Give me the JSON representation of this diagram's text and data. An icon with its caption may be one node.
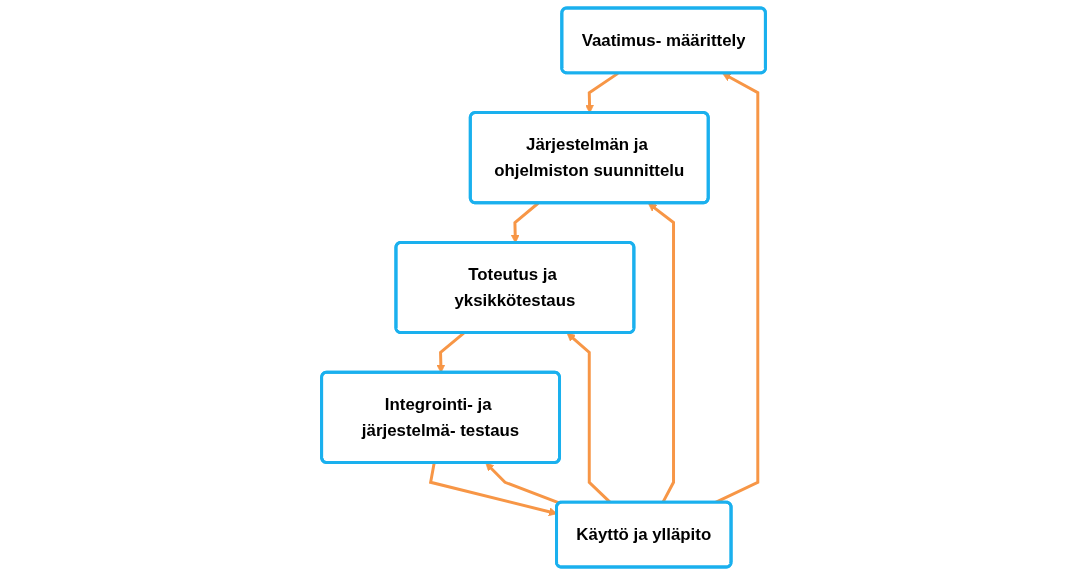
{
  "diagram": {
    "nodes": [
      {
        "text": [
          "Vaatimus- määrittely"
        ]
      },
      {
        "text": [
          "Järjestelmän ja ohjelmiston suunnittelu"
        ]
      },
      {
        "text": [
          "Toteutus ja yksikkötestaus"
        ]
      },
      {
        "text": [
          "Integrointi- ja järjestelmä- testaus"
        ]
      },
      {
        "text": [
          "Käyttö ja ylläpito"
        ]
      }
    ],
    "edges": [
      {
        "from": 0,
        "to": 1,
        "arrow": "to"
      },
      {
        "from": 1,
        "to": 2,
        "arrow": "to"
      },
      {
        "from": 2,
        "to": 3,
        "arrow": "to"
      },
      {
        "from": 3,
        "to": 4,
        "arrow": "to"
      },
      {
        "from": 4,
        "to": 0,
        "arrow": "to"
      },
      {
        "from": 4,
        "to": 1,
        "arrow": "to"
      },
      {
        "from": 4,
        "to": 2,
        "arrow": "to"
      },
      {
        "from": 4,
        "to": 3,
        "arrow": "to"
      }
    ]
  }
}
